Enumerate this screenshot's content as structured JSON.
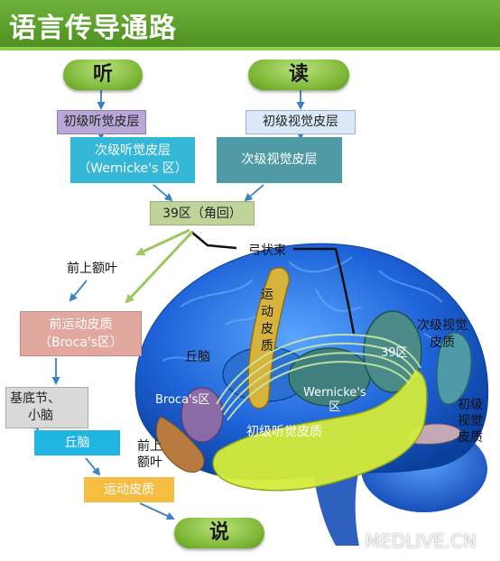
{
  "title": "语言传导通路",
  "inputs": {
    "listen": "听",
    "read": "读"
  },
  "output": "说",
  "flow": {
    "primary_auditory": "初级听觉皮层",
    "primary_visual": "初级视觉皮层",
    "secondary_auditory_1": "次级听觉皮层",
    "secondary_auditory_2": "（Wernicke's 区）",
    "secondary_visual": "次级视觉皮层",
    "area39": "39区（角回）",
    "arcuate": "弓状束",
    "prefrontal": "前上额叶",
    "premotor_1": "前运动皮质",
    "premotor_2": "（Broca's区）",
    "basal_1": "基底节、",
    "basal_2": "小脑",
    "thalamus": "丘脑",
    "motor_cortex": "运动皮质"
  },
  "brain_labels": {
    "motor_cortex": "运\n动\n皮\n质",
    "thalamus": "丘脑",
    "brocas_1": "Broca's",
    "brocas_2": "区",
    "wernickes_1": "Wernicke's",
    "wernickes_2": "区",
    "area39": "39区",
    "primary_auditory": "初级听觉皮质",
    "secondary_visual_1": "次级视觉",
    "secondary_visual_2": "皮质",
    "primary_visual_1": "初级",
    "primary_visual_2": "视觉",
    "primary_visual_3": "皮质",
    "prefrontal_1": "前上",
    "prefrontal_2": "额叶"
  },
  "watermark": "MEDLIVE.CN",
  "colors": {
    "title_green": "#5fa12c",
    "purple_box": "#b9a7d8",
    "lightblue_box": "#dbe8f7",
    "cyan_box": "#35b8d8",
    "teal_box": "#4f9aa4",
    "area39_box": "#bfd49a",
    "premotor_box": "#e2a8a0",
    "gray_box": "#d9d9d9",
    "motor_box": "#f5bd41",
    "brain_blue": "#1f66d6"
  }
}
